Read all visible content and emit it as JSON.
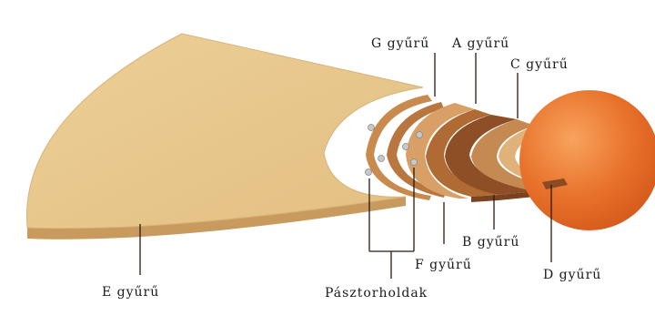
{
  "labels": {
    "ring_e": "E gyűrű",
    "ring_g": "G gyűrű",
    "ring_a": "A gyűrű",
    "ring_c": "C gyűrű",
    "ring_b": "B gyűrű",
    "ring_f": "F gyűrű",
    "ring_d": "D gyűrű",
    "shepherd_moons": "Pásztorholdak"
  },
  "colors": {
    "e_ring": "#e8c98e",
    "e_ring_edge": "#c9a26a",
    "planet": "#e8712a",
    "planet_light": "#f6a45d",
    "ring_dark": "#9a5a2c",
    "ring_mid": "#c07a42",
    "ring_light": "#d9a46b"
  }
}
